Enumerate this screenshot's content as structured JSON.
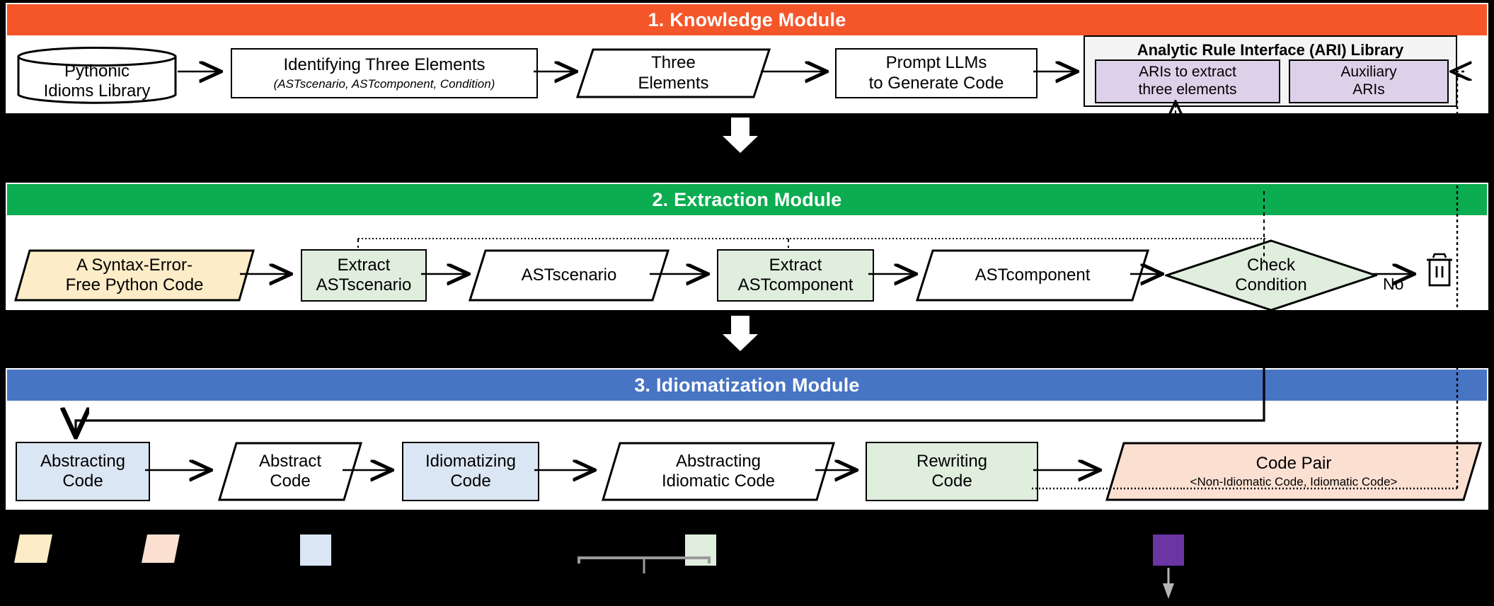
{
  "figure": {
    "background_color": "#000000",
    "module_colors": {
      "knowledge": "#F4562A",
      "extraction": "#0CAC50",
      "idiomatization": "#4874C4"
    },
    "node_fills": {
      "green": "#dfeedd",
      "blue": "#dbe6f4",
      "cream": "#fdecc8",
      "peach": "#fbe0d2",
      "lilac": "#ddd1ea",
      "offwhite": "#f4f4f4",
      "purple": "#6B35A3"
    }
  },
  "modules": [
    {
      "id": "knowledge",
      "title": "1. Knowledge Module",
      "color": "#F4562A"
    },
    {
      "id": "extraction",
      "title": "2. Extraction Module",
      "color": "#0CAC50"
    },
    {
      "id": "idiomatization",
      "title": "3. Idiomatization Module",
      "color": "#4874C4"
    }
  ],
  "knowledge": {
    "database": {
      "line1": "Pythonic",
      "line2": "Idioms Library"
    },
    "identify": {
      "title": "Identifying Three Elements",
      "subtitle": "(ASTscenario, ASTcomponent, Condition)"
    },
    "three_elements": {
      "line1": "Three",
      "line2": "Elements"
    },
    "prompt_llms": {
      "line1": "Prompt LLMs",
      "line2": "to Generate Code"
    },
    "ari_library": {
      "title": "Analytic Rule Interface (ARI) Library",
      "boxes": [
        {
          "line1": "ARIs to extract",
          "line2": "three elements"
        },
        {
          "line1": "Auxiliary",
          "line2": "ARIs"
        }
      ]
    }
  },
  "extraction": {
    "input": {
      "line1": "A Syntax-Error-",
      "line2": "Free Python Code"
    },
    "extract_scenario": {
      "line1": "Extract",
      "line2": "ASTscenario"
    },
    "scenario": {
      "line1": "ASTscenario"
    },
    "extract_component": {
      "line1": "Extract",
      "line2": "ASTcomponent"
    },
    "component": {
      "line1": "ASTcomponent"
    },
    "check_condition": {
      "line1": "Check",
      "line2": "Condition"
    },
    "no_label": "No",
    "trash_icon": "trash-icon"
  },
  "idiomatization": {
    "abstracting_code": {
      "line1": "Abstracting",
      "line2": "Code"
    },
    "abstract_code": {
      "line1": "Abstract",
      "line2": "Code"
    },
    "idiomatizing_code": {
      "line1": "Idiomatizing",
      "line2": "Code"
    },
    "abstracting_idiomatic": {
      "line1": "Abstracting",
      "line2": "Idiomatic Code"
    },
    "rewriting_code": {
      "line1": "Rewriting",
      "line2": "Code"
    },
    "code_pair": {
      "title": "Code Pair",
      "subtitle": "<Non-Idiomatic Code, Idiomatic Code>"
    }
  },
  "legend": {
    "items": [
      {
        "shape": "parallelogram",
        "color": "#fdecc8",
        "label": ""
      },
      {
        "shape": "parallelogram",
        "color": "#fbe0d2",
        "label": ""
      },
      {
        "shape": "rect",
        "color": "#dbe6f4",
        "label": ""
      },
      {
        "shape": "rect",
        "color": "#dfeedd",
        "label": ""
      },
      {
        "shape": "rect",
        "color": "#6B35A3",
        "label": ""
      }
    ]
  }
}
